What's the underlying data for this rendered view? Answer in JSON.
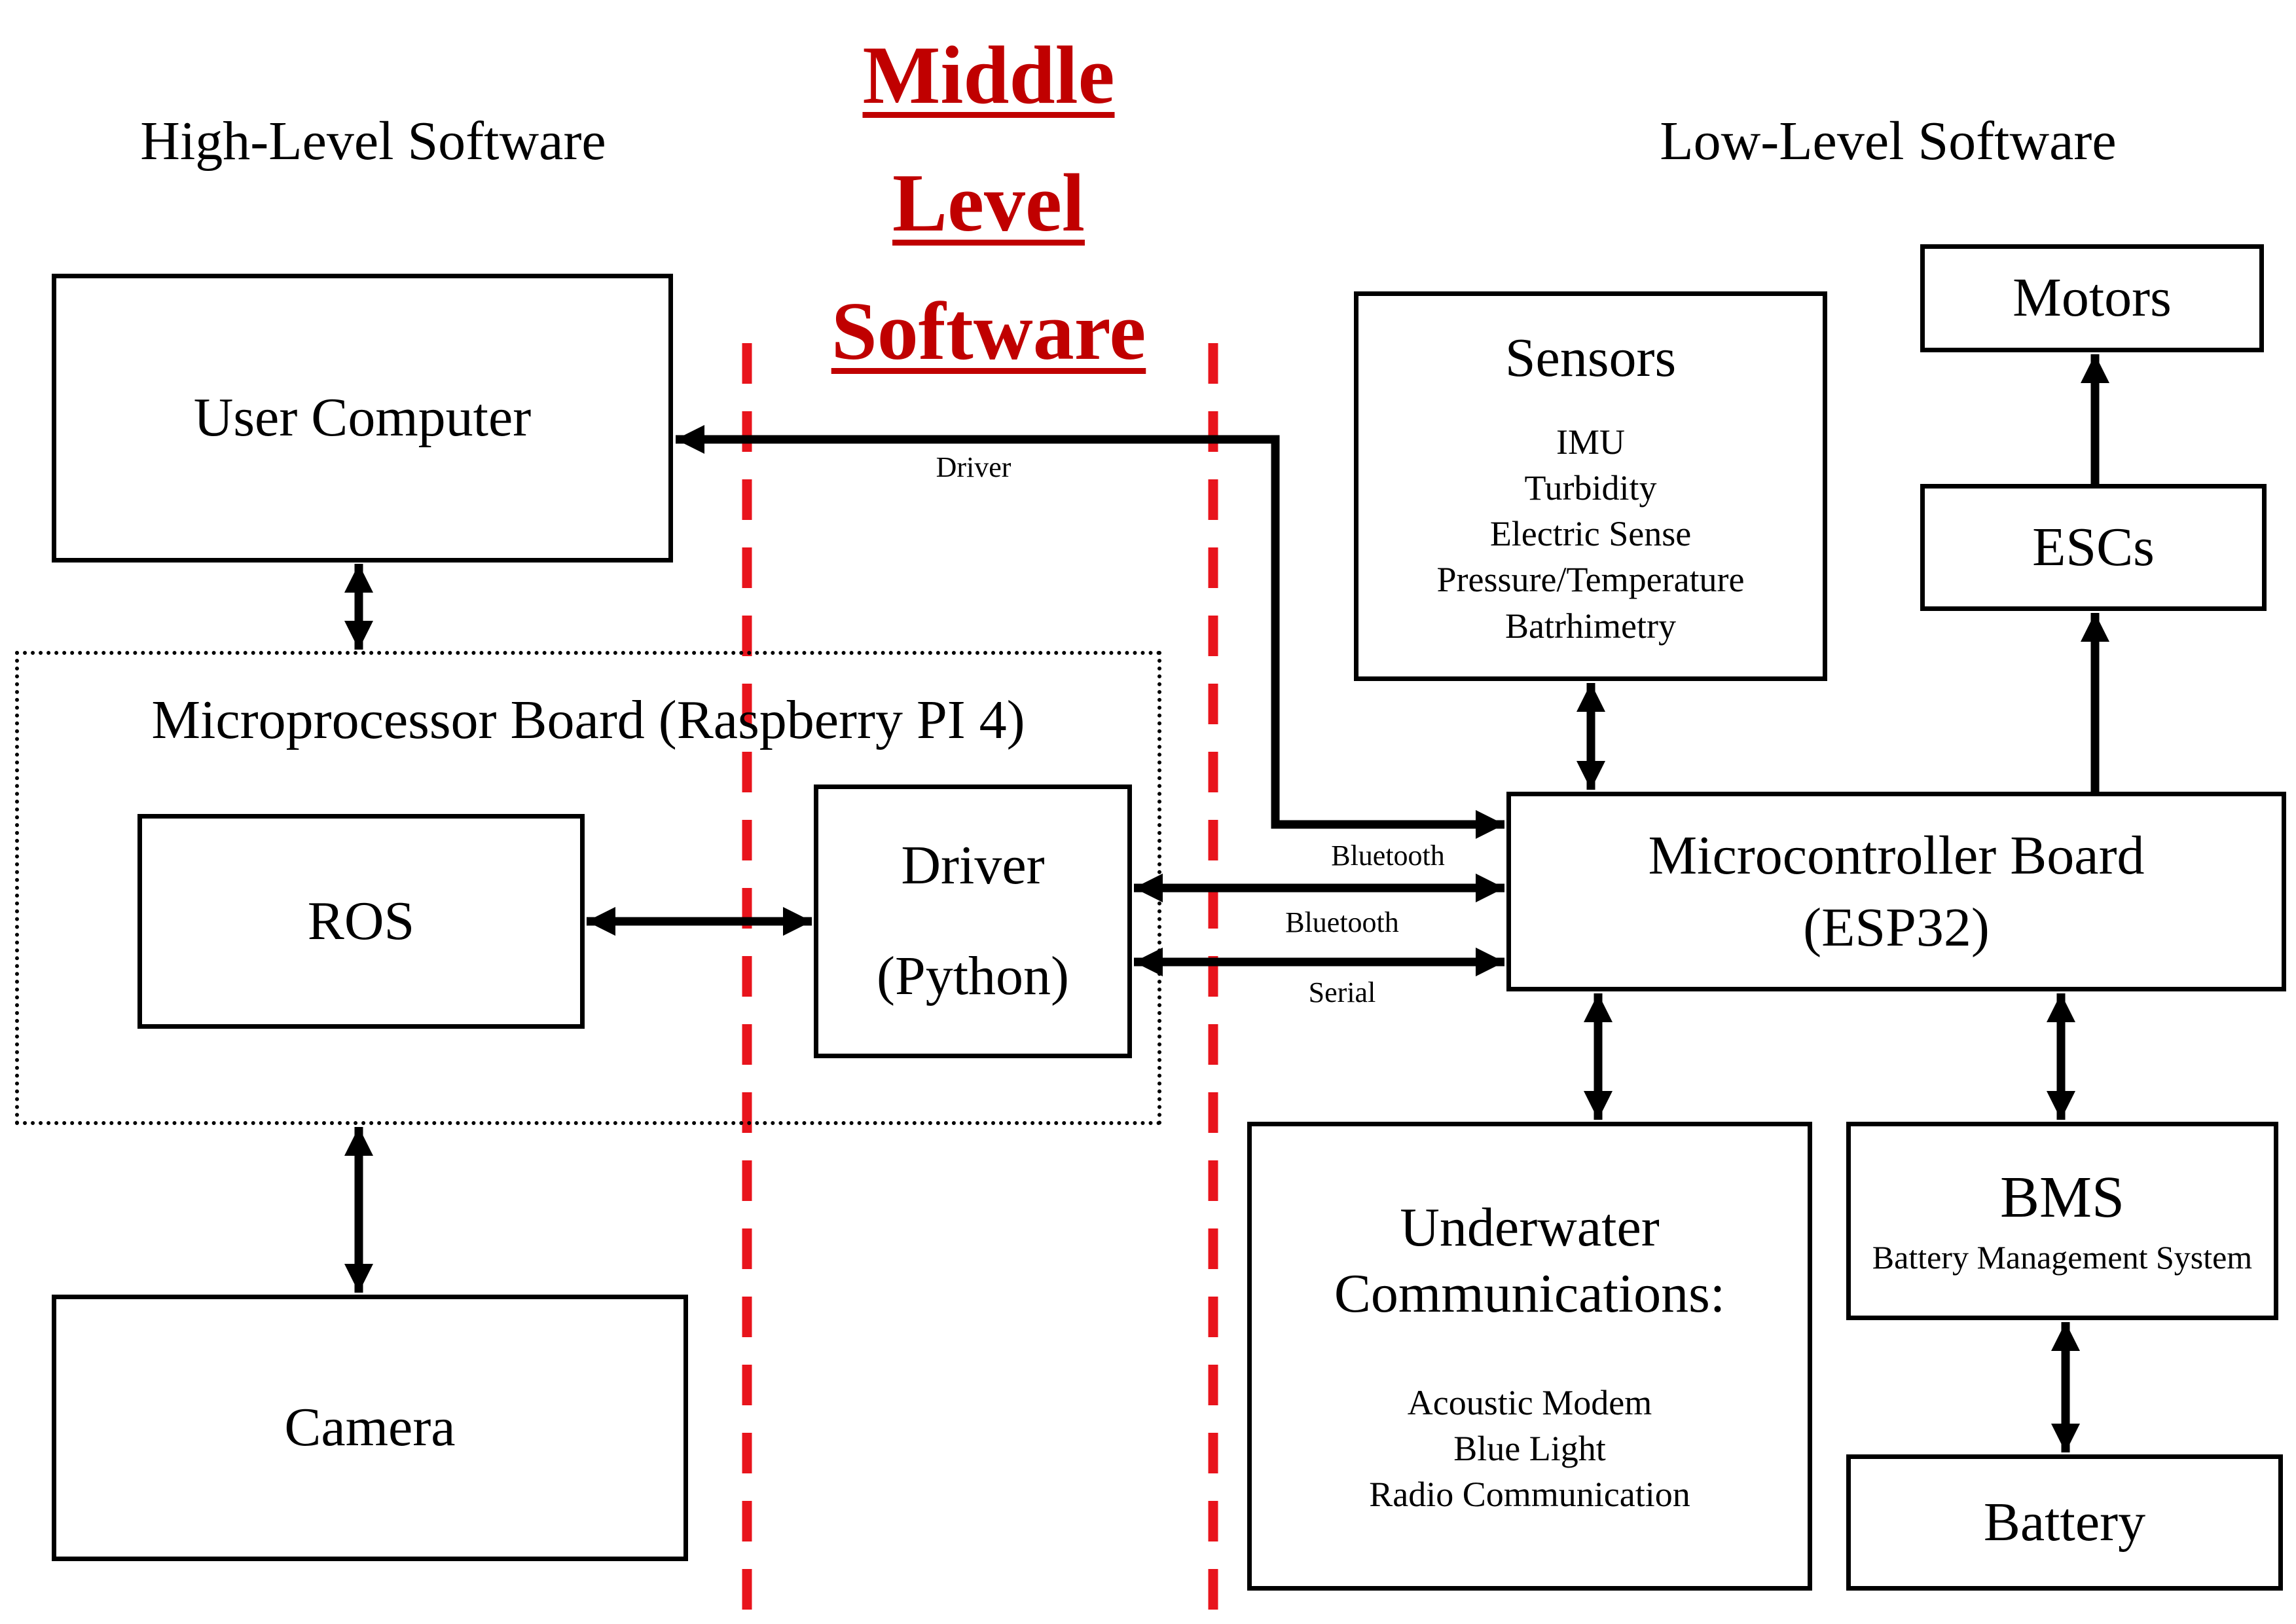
{
  "header": {
    "high_level": "High-Level Software",
    "middle_level_lines": [
      "Middle",
      "Level",
      "Software"
    ],
    "low_level": "Low-Level Software"
  },
  "left": {
    "user_computer": "User Computer",
    "microprocessor_board": "Microprocessor Board (Raspberry PI 4)",
    "ros": "ROS",
    "driver_line1": "Driver",
    "driver_line2": "(Python)",
    "camera": "Camera"
  },
  "links": {
    "driver": "Driver",
    "bluetooth_1": "Bluetooth",
    "bluetooth_2": "Bluetooth",
    "serial": "Serial"
  },
  "right": {
    "sensors": {
      "title": "Sensors",
      "items": [
        "IMU",
        "Turbidity",
        "Electric Sense",
        "Pressure/Temperature",
        "Batrhimetry"
      ]
    },
    "motors": "Motors",
    "escs": "ESCs",
    "microcontroller_line1": "Microcontroller Board",
    "microcontroller_line2": "(ESP32)",
    "underwater": {
      "title_line1": "Underwater",
      "title_line2": "Communications:",
      "items": [
        "Acoustic Modem",
        "Blue Light",
        "Radio Communication"
      ]
    },
    "bms": {
      "title": "BMS",
      "subtitle": "Battery Management System"
    },
    "battery": "Battery"
  },
  "colors": {
    "title_red": "#c00000",
    "divider_red": "#e8141c",
    "line_black": "#000000"
  }
}
